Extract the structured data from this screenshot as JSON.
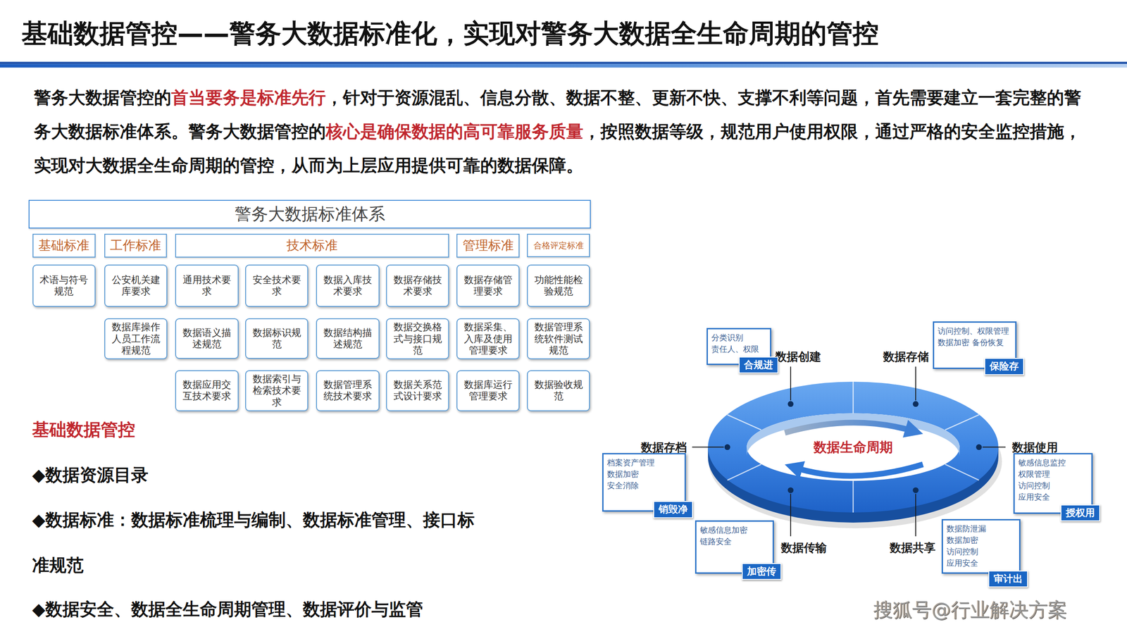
{
  "diagram": {
    "title": "基础数据管控——警务大数据标准化，实现对警务大数据全生命周期的管控",
    "nodes": [
      {
        "text": [
          "警务大数据标准体系"
        ]
      },
      {
        "text": [
          "基础标准"
        ]
      },
      {
        "text": [
          "工作标准"
        ]
      },
      {
        "text": [
          "技术标准"
        ]
      },
      {
        "text": [
          "管理标准"
        ]
      },
      {
        "text": [
          "合格评定标准"
        ]
      },
      {
        "text": [
          "术语与符号规范"
        ]
      },
      {
        "text": [
          "公安机关建库要求"
        ]
      },
      {
        "text": [
          "通用技术要求"
        ]
      },
      {
        "text": [
          "安全技术要求"
        ]
      },
      {
        "text": [
          "数据入库技术要求"
        ]
      },
      {
        "text": [
          "数据存储技术要求"
        ]
      },
      {
        "text": [
          "数据存储管理要求"
        ]
      },
      {
        "text": [
          "功能性能检验规范"
        ]
      },
      {
        "text": [
          "数据库操作人员工作流程规范"
        ]
      },
      {
        "text": [
          "数据语义描述规范"
        ]
      },
      {
        "text": [
          "数据标识规范"
        ]
      },
      {
        "text": [
          "数据结构描述规范"
        ]
      },
      {
        "text": [
          "数据交换格式与接口规范"
        ]
      },
      {
        "text": [
          "数据采集、入库及使用管理要求"
        ]
      },
      {
        "text": [
          "数据管理系统软件测试规范"
        ]
      },
      {
        "text": [
          "数据应用交互技术要求"
        ]
      },
      {
        "text": [
          "数据索引与检索技术要求"
        ]
      },
      {
        "text": [
          "数据管理系统技术要求"
        ]
      },
      {
        "text": [
          "数据关系范式设计要求"
        ]
      },
      {
        "text": [
          "数据库运行管理要求"
        ]
      },
      {
        "text": [
          "数据验收规范"
        ]
      },
      {
        "text": [
          "数据创建",
          "分类识别 责任人、权限"
        ]
      },
      {
        "text": [
          "合规进"
        ],
        "in": 27
      },
      {
        "text": [
          "数据存储",
          "访问控制、权限管理 数据加密 备份恢复"
        ]
      },
      {
        "text": [
          "保险存"
        ],
        "in": 29
      },
      {
        "text": [
          "数据存档",
          "档案资产管理 数据加密 安全消除"
        ]
      },
      {
        "text": [
          "销毁净"
        ],
        "in": 31
      },
      {
        "text": [
          "数据使用",
          "敏感信息监控 权限管理 访问控制 应用安全"
        ]
      },
      {
        "text": [
          "授权用"
        ],
        "in": 33
      },
      {
        "text": [
          "数据传输",
          "敏感信息加密 链路安全"
        ]
      },
      {
        "text": [
          "加密传"
        ],
        "in": 35
      },
      {
        "text": [
          "数据共享",
          "数据防泄漏 数据加密 访问控制 应用安全"
        ]
      },
      {
        "text": [
          "审计出"
        ],
        "in": 37
      }
    ],
    "labels": [
      "警务大数据管控的",
      "首当要务是标准先行",
      "，针对于资源混乱、信息分散、数据不整、更新不快、支撑不利等问题，首先需要建立一套完整的警务大数据标准体系。警务大数据管控的",
      "核心是确保数据的高可靠服务质量",
      "，按照数据等级，规范用户使用权限，通过严格的安全监控措施，实现对大数据全生命周期的管控，从而为上层应用提供可靠的数据保障。",
      "数据生命周期",
      "基础数据管控",
      "◆数据资源目录",
      "◆数据标准：数据标准梳理与编制、数据标准管理、接口标准规范",
      "◆数据安全、数据全生命周期管理、数据评价与监管",
      "搜狐号@行业解决方案"
    ]
  }
}
